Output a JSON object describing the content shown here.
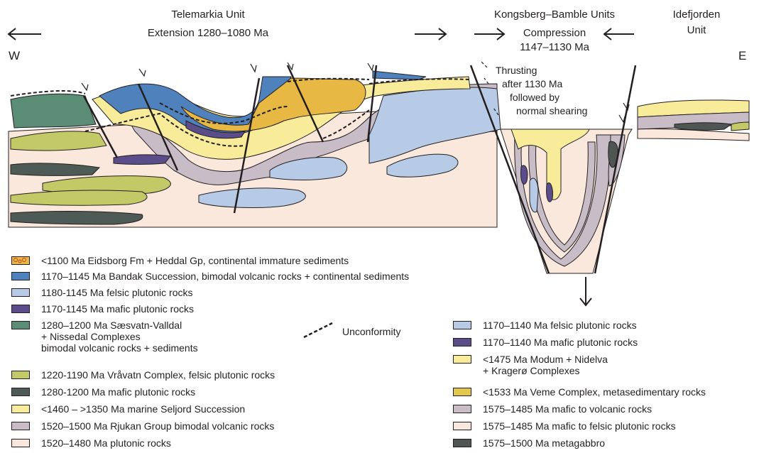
{
  "header": {
    "telemarkia_title": "Telemarkia Unit",
    "telemarkia_extension": "Extension 1280–1080 Ma",
    "kongsberg_title": "Kongsberg–Bamble Units",
    "compression_line1": "Compression",
    "compression_line2": "1147–1130 Ma",
    "idefjorden_line1": "Idefjorden",
    "idefjorden_line2": "Unit",
    "west": "W",
    "east": "E"
  },
  "annotations": {
    "thrusting_line1": "Thrusting",
    "thrusting_line2": "after 1130 Ma",
    "thrusting_line3": "followed by",
    "thrusting_line4": "normal shearing",
    "unconformity": "Unconformity"
  },
  "colors": {
    "eidsborg": "#e8b845",
    "bandak": "#4f81bd",
    "felsic": "#b7cbe6",
    "mafic_plutonic": "#5b4d8a",
    "saesvatn": "#5b8c75",
    "vravatn": "#c3c966",
    "mafic_dark": "#4d5a55",
    "seljord": "#f8ec9b",
    "rjukan": "#c8bcc7",
    "plutonic": "#fbe8dc",
    "veme": "#e3c94b",
    "metagabbro": "#4e5552",
    "outline": "#231f20"
  },
  "legend_left": [
    {
      "id": "eidsborg",
      "label": "<1100 Ma Eidsborg Fm + Heddal Gp, continental immature sediments"
    },
    {
      "id": "bandak",
      "label": "1170–1145 Ma Bandak Succession, bimodal volcanic rocks + continental sediments"
    },
    {
      "id": "felsic",
      "label": "1180-1145 Ma felsic plutonic rocks"
    },
    {
      "id": "mafic_plutonic",
      "label": "1170-1145 Ma mafic plutonic rocks"
    },
    {
      "id": "saesvatn",
      "label": "1280–1200 Ma Sæsvatn-Valldal\n+ Nissedal Complexes\nbimodal volcanic rocks + sediments"
    },
    {
      "id": "vravatn",
      "label": "1220-1190 Ma Vråvatn Complex, felsic plutonic rocks"
    },
    {
      "id": "mafic_dark",
      "label": "1280-1200 Ma mafic plutonic rocks"
    },
    {
      "id": "seljord",
      "label": "<1460 – >1350 Ma marine Seljord Succession"
    },
    {
      "id": "rjukan",
      "label": "1520–1500 Ma Rjukan Group bimodal volcanic rocks"
    },
    {
      "id": "plutonic",
      "label": "1520–1480 Ma plutonic rocks"
    }
  ],
  "legend_right": [
    {
      "id": "felsic",
      "label": "1170–1140 Ma felsic plutonic rocks"
    },
    {
      "id": "mafic_plutonic",
      "label": "1170–1140 Ma mafic plutonic rocks"
    },
    {
      "id": "seljord",
      "label": "<1475 Ma Modum + Nidelva\n+ Kragerø Complexes"
    },
    {
      "id": "veme",
      "label": "<1533 Ma Veme Complex, metasedimentary rocks"
    },
    {
      "id": "rjukan",
      "label": "1575–1485 Ma mafic to volcanic rocks"
    },
    {
      "id": "plutonic",
      "label": "1575–1485 Ma mafic to felsic plutonic rocks"
    },
    {
      "id": "metagabbro",
      "label": "1575–1500 Ma metagabbro"
    }
  ]
}
